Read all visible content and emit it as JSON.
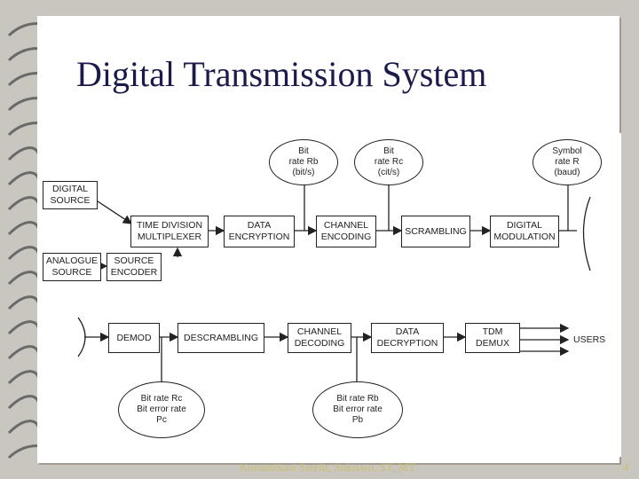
{
  "slide": {
    "title": "Digital Transmission System",
    "footer": "Komunikasi Satelit, Sukiswo, ST, MT",
    "page_number": "4"
  },
  "diagram": {
    "tx_blocks": {
      "digital_source": "DIGITAL\nSOURCE",
      "tdm": "TIME DIVISION\nMULTIPLEXER",
      "encryption": "DATA\nENCRYPTION",
      "channel_encoding": "CHANNEL\nENCODING",
      "scrambling": "SCRAMBLING",
      "modulation": "DIGITAL\nMODULATION",
      "analogue_source": "ANALOGUE\nSOURCE",
      "source_encoder": "SOURCE\nENCODER"
    },
    "tx_rates": {
      "bit_rate_b": "Bit\nrate Rb\n(bit/s)",
      "bit_rate_c": "Bit\nrate Rc\n(cit/s)",
      "symbol_rate": "Symbol\nrate R\n(baud)"
    },
    "rx_blocks": {
      "demod": "DEMOD",
      "descrambling": "DESCRAMBLING",
      "channel_decoding": "CHANNEL\nDECODING",
      "decryption": "DATA\nDECRYPTION",
      "tdm_demux": "TDM\nDEMUX",
      "users": "USERS"
    },
    "rx_rates": {
      "error_c": "Bit rate Rc\nBit error rate\nPc",
      "error_b": "Bit rate Rb\nBit error rate\nPb"
    }
  }
}
